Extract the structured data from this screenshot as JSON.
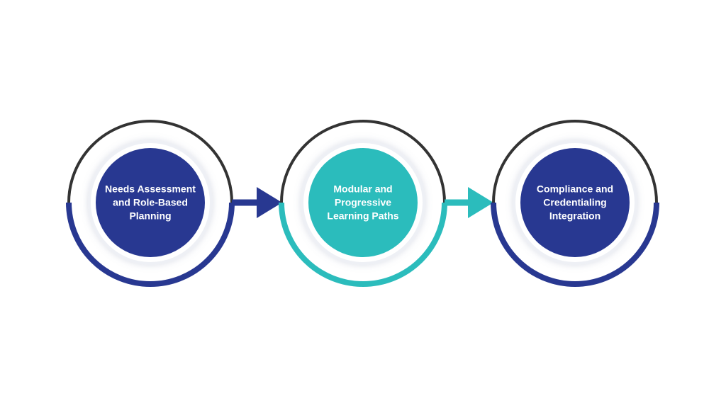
{
  "colors": {
    "navy": "#283891",
    "teal": "#2bbcbc",
    "ring_dark": "#333333",
    "halo": "#eef0f5",
    "background": "#ffffff"
  },
  "stages": [
    {
      "label": "Needs Assessment and Role-Based Planning",
      "color": "navy"
    },
    {
      "label": "Modular and Progressive Learning Paths",
      "color": "teal"
    },
    {
      "label": "Compliance and Credentialing Integration",
      "color": "navy"
    }
  ],
  "connectors": [
    {
      "from": 0,
      "to": 1,
      "color": "navy",
      "icon": "arrow-right-icon"
    },
    {
      "from": 1,
      "to": 2,
      "color": "teal",
      "icon": "arrow-right-icon"
    }
  ]
}
